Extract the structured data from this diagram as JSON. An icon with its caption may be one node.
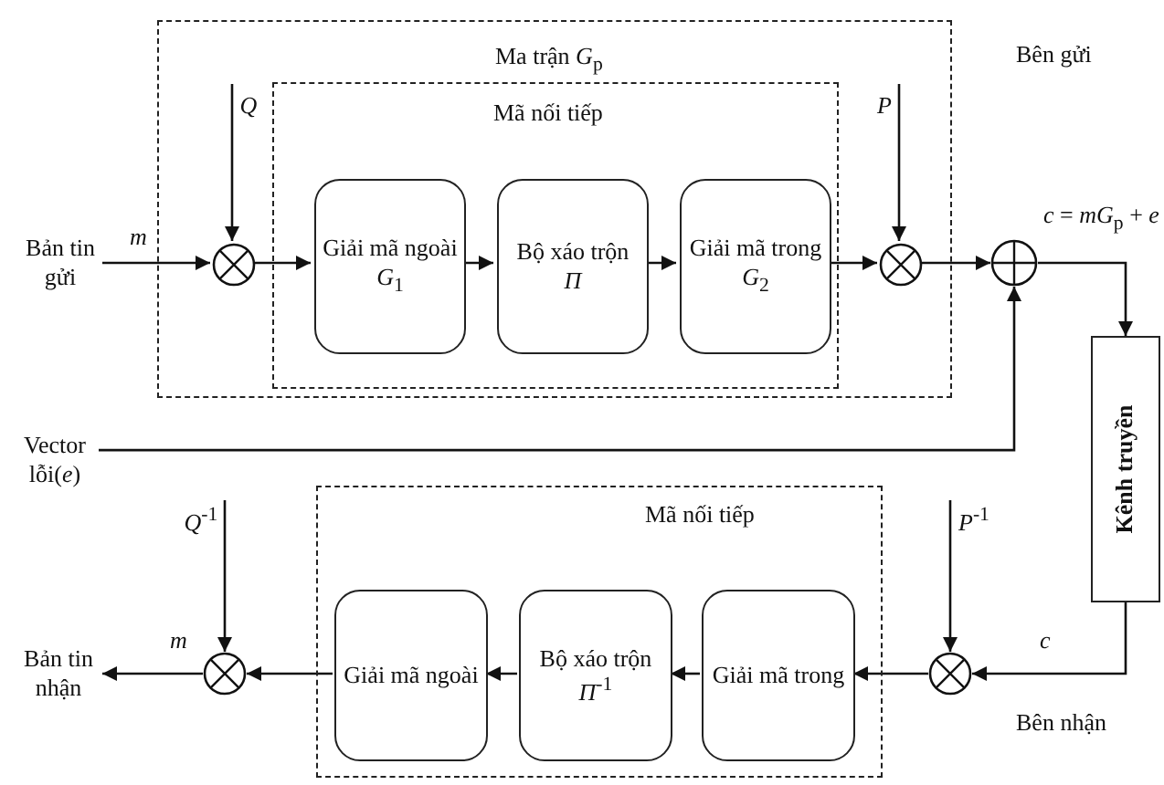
{
  "diagram": {
    "nodes": [
      {
        "text": [
          "Ma trận *G*$_{p}$"
        ]
      },
      {
        "text": [
          "Mã nối tiếp"
        ],
        "in": 0
      },
      {
        "text": [
          "Giải mã ngoài",
          "*G*$_{1}$"
        ],
        "in": 1
      },
      {
        "text": [
          "Bộ xáo trộn",
          "Π"
        ],
        "in": 1
      },
      {
        "text": [
          "Giải mã trong",
          "*G*$_{2}$"
        ],
        "in": 1
      },
      {
        "text": [
          "Bản tin gửi"
        ]
      },
      {
        "text": [],
        "shape": "circle",
        "in": 0
      },
      {
        "text": [
          "Q"
        ],
        "in": 0
      },
      {
        "text": [],
        "shape": "circle",
        "in": 0
      },
      {
        "text": [
          "P"
        ],
        "in": 0
      },
      {
        "text": [],
        "shape": "circle"
      },
      {
        "text": [
          "Vector lỗi(*e*)"
        ]
      },
      {
        "text": [
          "Kênh truyền"
        ]
      },
      {
        "text": [],
        "shape": "circle"
      },
      {
        "text": [
          "*P*$^{-1}$"
        ]
      },
      {
        "text": [
          "Mã nối tiếp"
        ]
      },
      {
        "text": [
          "Giải mã trong"
        ],
        "in": 15
      },
      {
        "text": [
          "Bộ xáo trộn",
          "*Π*$^{-1}$"
        ],
        "in": 15
      },
      {
        "text": [
          "Giải mã ngoài"
        ],
        "in": 15
      },
      {
        "text": [],
        "shape": "circle"
      },
      {
        "text": [
          "*Q*$^{-1}$"
        ]
      },
      {
        "text": [
          "Bản tin nhận"
        ]
      }
    ],
    "edges": [
      {
        "from": 5,
        "to": 6,
        "arrow": "to",
        "label": "m"
      },
      {
        "from": 7,
        "to": 6,
        "arrow": "to"
      },
      {
        "from": 6,
        "to": 2,
        "arrow": "to"
      },
      {
        "from": 2,
        "to": 3,
        "arrow": "to"
      },
      {
        "from": 3,
        "to": 4,
        "arrow": "to"
      },
      {
        "from": 4,
        "to": 8,
        "arrow": "to"
      },
      {
        "from": 9,
        "to": 8,
        "arrow": "to"
      },
      {
        "from": 8,
        "to": 10,
        "arrow": "to"
      },
      {
        "from": 11,
        "to": 10,
        "arrow": "to"
      },
      {
        "from": 10,
        "to": 12,
        "arrow": "to",
        "label": "*c* = *mG*$_{p}$ + *e*"
      },
      {
        "from": 12,
        "to": 13,
        "arrow": "to",
        "label": "c"
      },
      {
        "from": 14,
        "to": 13,
        "arrow": "to"
      },
      {
        "from": 13,
        "to": 16,
        "arrow": "to"
      },
      {
        "from": 16,
        "to": 17,
        "arrow": "to"
      },
      {
        "from": 17,
        "to": 18,
        "arrow": "to"
      },
      {
        "from": 18,
        "to": 19,
        "arrow": "to"
      },
      {
        "from": 20,
        "to": 19,
        "arrow": "to"
      },
      {
        "from": 19,
        "to": 21,
        "arrow": "to",
        "label": "m"
      }
    ],
    "labels": [
      "Bên gửi",
      "Bên nhận"
    ]
  }
}
